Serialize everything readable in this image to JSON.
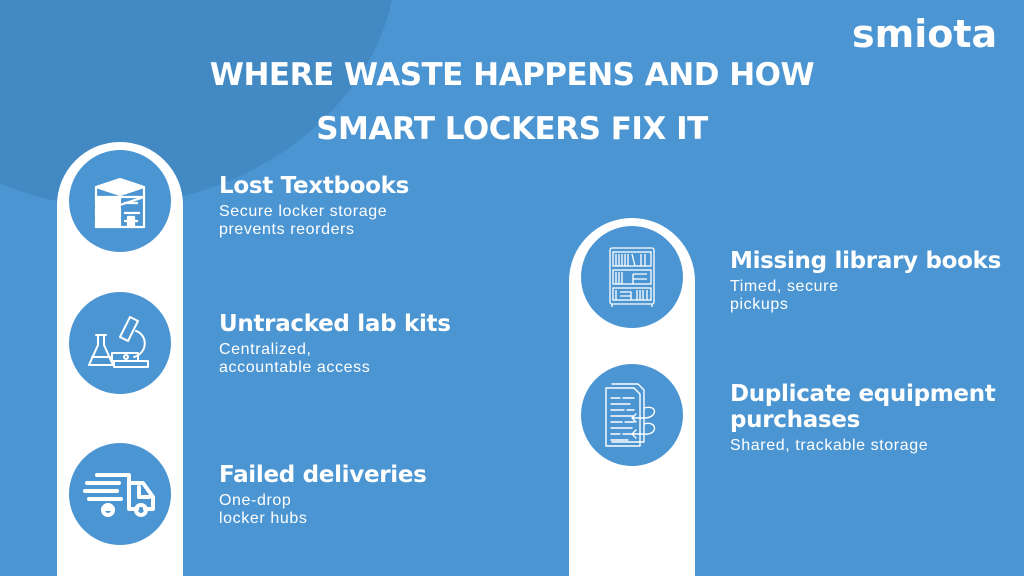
{
  "brand": {
    "logo": "smiota",
    "background": "#4a95d2",
    "accent": "#ffffff"
  },
  "title": {
    "line1": "WHERE WASTE HAPPENS AND HOW",
    "line2": "SMART LOCKERS FIX IT"
  },
  "left_column": [
    {
      "icon": "textbooks-icon",
      "heading": "Lost Textbooks",
      "text_line1": "Secure locker storage",
      "text_line2": "prevents reorders"
    },
    {
      "icon": "lab-kit-icon",
      "heading": "Untracked lab kits",
      "text_line1": "Centralized,",
      "text_line2": "accountable access"
    },
    {
      "icon": "delivery-truck-icon",
      "heading": "Failed deliveries",
      "text_line1": "One-drop",
      "text_line2": "locker hubs"
    }
  ],
  "right_column": [
    {
      "icon": "bookshelf-icon",
      "heading": "Missing library books",
      "text_line1": "Timed, secure",
      "text_line2": "pickups"
    },
    {
      "icon": "duplicate-documents-icon",
      "heading_line1": "Duplicate equipment",
      "heading_line2": "purchases",
      "text_line1": "Shared, trackable storage"
    }
  ]
}
